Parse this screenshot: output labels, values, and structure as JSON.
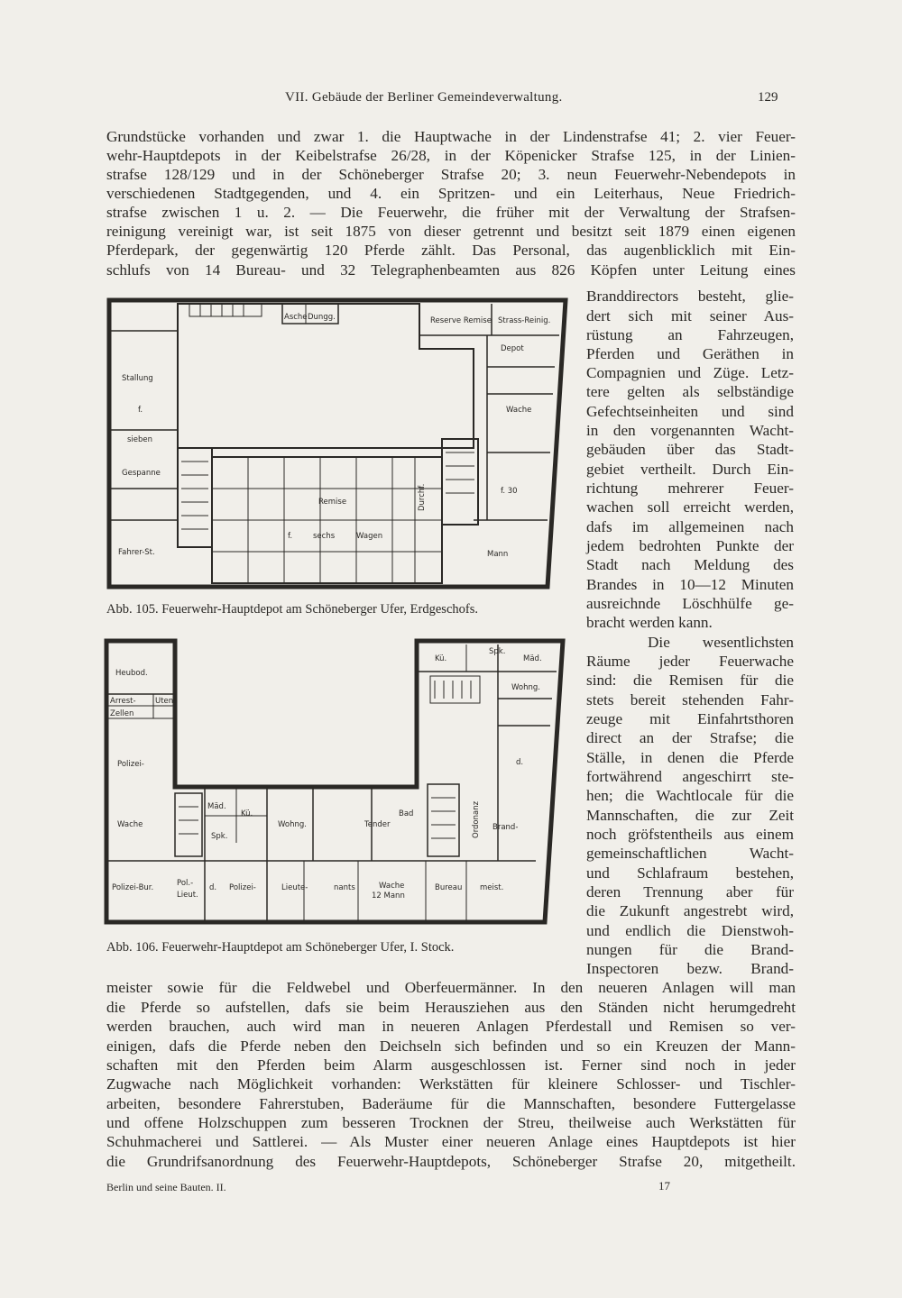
{
  "header": {
    "title": "VII. Gebäude der Berliner Gemeindeverwaltung.",
    "page_number": "129"
  },
  "body_top": [
    "Grundstücke vorhanden und zwar 1. die Hauptwache in der Lindenstrafse 41; 2. vier Feuer-",
    "wehr-Hauptdepots in der Keibelstrafse 26/28, in der Köpenicker Strafse 125, in der Linien-",
    "strafse 128/129 und in der Schöneberger Strafse 20; 3. neun Feuerwehr-Nebendepots in",
    "verschiedenen Stadtgegenden, und 4. ein Spritzen- und ein Leiterhaus, Neue Friedrich-",
    "strafse zwischen 1 u. 2. — Die Feuerwehr, die früher mit der Verwaltung der Strafsen-",
    "reinigung vereinigt war, ist seit 1875 von dieser getrennt und besitzt seit 1879 einen eigenen",
    "Pferdepark, der gegenwärtig 120 Pferde zählt. Das Personal, das augenblicklich mit Ein-",
    "schlufs von 14 Bureau- und 32 Telegraphenbeamten aus 826 Köpfen unter Leitung eines"
  ],
  "body_side": [
    "Branddirectors besteht, glie-",
    "dert sich mit seiner Aus-",
    "rüstung an Fahrzeugen,",
    "Pferden und Geräthen in",
    "Compagnien und Züge. Letz-",
    "tere gelten als selbständige",
    "Gefechtseinheiten und sind",
    "in den vorgenannten Wacht-",
    "gebäuden über das Stadt-",
    "gebiet vertheilt. Durch Ein-",
    "richtung mehrerer Feuer-",
    "wachen soll erreicht werden,",
    "dafs im allgemeinen nach",
    "jedem bedrohten Punkte der",
    "Stadt nach Meldung des",
    "Brandes in 10—12 Minuten",
    "ausreichnde Löschhülfe ge-",
    "bracht werden kann.",
    "Die wesentlichsten",
    "Räume jeder Feuerwache",
    "sind: die Remisen für die",
    "stets bereit stehenden Fahr-",
    "zeuge mit Einfahrtsthoren",
    "direct an der Strafse; die",
    "Ställe, in denen die Pferde",
    "fortwährend angeschirrt ste-",
    "hen; die Wachtlocale für die",
    "Mannschaften, die zur Zeit",
    "noch gröfstentheils aus einem",
    "gemeinschaftlichen Wacht-",
    "und Schlafraum bestehen,",
    "deren Trennung aber für",
    "die Zukunft angestrebt wird,",
    "und endlich die Dienstwoh-",
    "nungen für die Brand-",
    "Inspectoren bezw. Brand-"
  ],
  "body_bottom": [
    "meister sowie für die Feldwebel und Oberfeuermänner. In den neueren Anlagen will man",
    "die Pferde so aufstellen, dafs sie beim Herausziehen aus den Ständen nicht herumgedreht",
    "werden brauchen, auch wird man in neueren Anlagen Pferdestall und Remisen so ver-",
    "einigen, dafs die Pferde neben den Deichseln sich befinden und so ein Kreuzen der Mann-",
    "schaften mit den Pferden beim Alarm ausgeschlossen ist. Ferner sind noch in jeder",
    "Zugwache nach Möglichkeit vorhanden: Werkstätten für kleinere Schlosser- und Tischler-",
    "arbeiten, besondere Fahrerstuben, Baderäume für die Mannschaften, besondere Futtergelasse",
    "und offene Holzschuppen zum besseren Trocknen der Streu, theilweise auch Werkstätten für",
    "Schuhmacherei und Sattlerei. — Als Muster einer neueren Anlage eines Hauptdepots ist hier",
    "die Grundrifsanordnung des Feuerwehr-Hauptdepots, Schöneberger Strafse 20, mitgetheilt."
  ],
  "figures": {
    "fig105": {
      "caption": "Abb. 105. Feuerwehr-Hauptdepot am Schöneberger Ufer, Erdgeschofs.",
      "labels": {
        "asche": "Asche",
        "dungg": "Dungg.",
        "reserve": "Reserve Remise",
        "strass": "Strass-Reinig.",
        "depot": "Depot",
        "stallung": "Stallung",
        "f": "f.",
        "sieben": "sieben",
        "gespanne": "Gespanne",
        "wache": "Wache",
        "f30": "f. 30",
        "remise": "Remise",
        "durchf": "Durchf.",
        "f2": "f.",
        "sechs": "sechs",
        "wagen": "Wagen",
        "fahrer": "Fahrer-St.",
        "mann": "Mann"
      }
    },
    "fig106": {
      "caption": "Abb. 106. Feuerwehr-Hauptdepot am Schöneberger Ufer, I. Stock.",
      "labels": {
        "heubod": "Heubod.",
        "arrest": "Arrest-",
        "zellen": "Zellen",
        "utens": "Utens",
        "polizei": "Polizei-",
        "wache": "Wache",
        "mad": "Mäd.",
        "ku": "Kü.",
        "spk": "Spk.",
        "wohng": "Wohng.",
        "tender": "Tender",
        "bad": "Bad",
        "ordonanz": "Ordonanz",
        "brand": "Brand-",
        "ku2": "Kü.",
        "spk2": "Spk.",
        "mad2": "Mäd.",
        "wohng2": "Wohng.",
        "d_right": "d.",
        "polizeibur": "Polizei-Bur.",
        "pol": "Pol.-",
        "lieut": "Lieut.",
        "d": "d.",
        "polizei2": "Polizei-",
        "lieute": "Lieute-",
        "nants": "nants",
        "wache2": "Wache",
        "zwoelf": "12 Mann",
        "bureau": "Bureau",
        "meist": "meist."
      }
    }
  },
  "footer": {
    "left": "Berlin und seine Bauten. II.",
    "signature": "17"
  }
}
